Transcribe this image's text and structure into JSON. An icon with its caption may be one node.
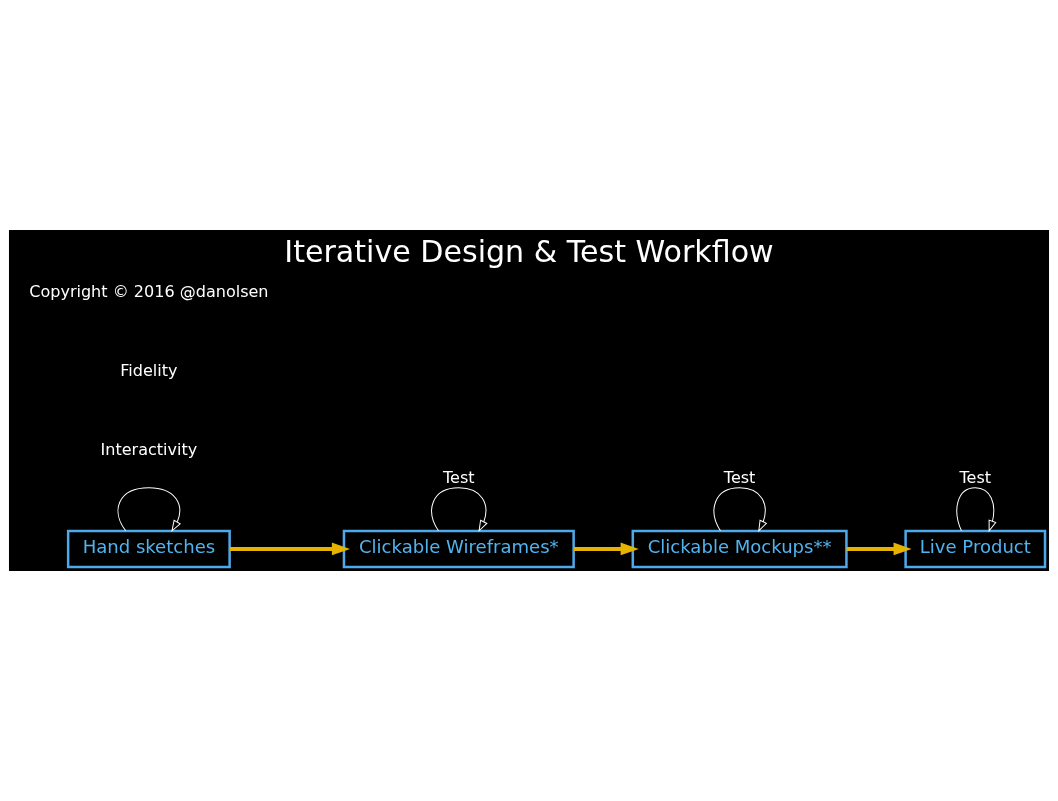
{
  "diagram": {
    "title": "Iterative Design & Test Workflow",
    "nodes": [
      {
        "text": [
          "Hand sketches"
        ]
      },
      {
        "text": [
          "Clickable Wireframes*"
        ]
      },
      {
        "text": [
          "Clickable Mockups**"
        ]
      },
      {
        "text": [
          "Live Product"
        ]
      }
    ],
    "edges": [
      {
        "from": 0,
        "to": 0,
        "arrow": "to"
      },
      {
        "from": 0,
        "to": 1,
        "arrow": "to",
        "style": "thick",
        "color": "#e6b400"
      },
      {
        "from": 1,
        "to": 1,
        "arrow": "to",
        "label": "Test"
      },
      {
        "from": 1,
        "to": 2,
        "arrow": "to",
        "style": "thick",
        "color": "#e6b400"
      },
      {
        "from": 2,
        "to": 2,
        "arrow": "to",
        "label": "Test"
      },
      {
        "from": 2,
        "to": 3,
        "arrow": "to",
        "style": "thick",
        "color": "#e6b400"
      },
      {
        "from": 3,
        "to": 3,
        "arrow": "to",
        "label": "Test"
      }
    ],
    "labels": [
      "Interactivity",
      "Fidelity",
      "Copyright © 2016 @danolsen"
    ]
  }
}
